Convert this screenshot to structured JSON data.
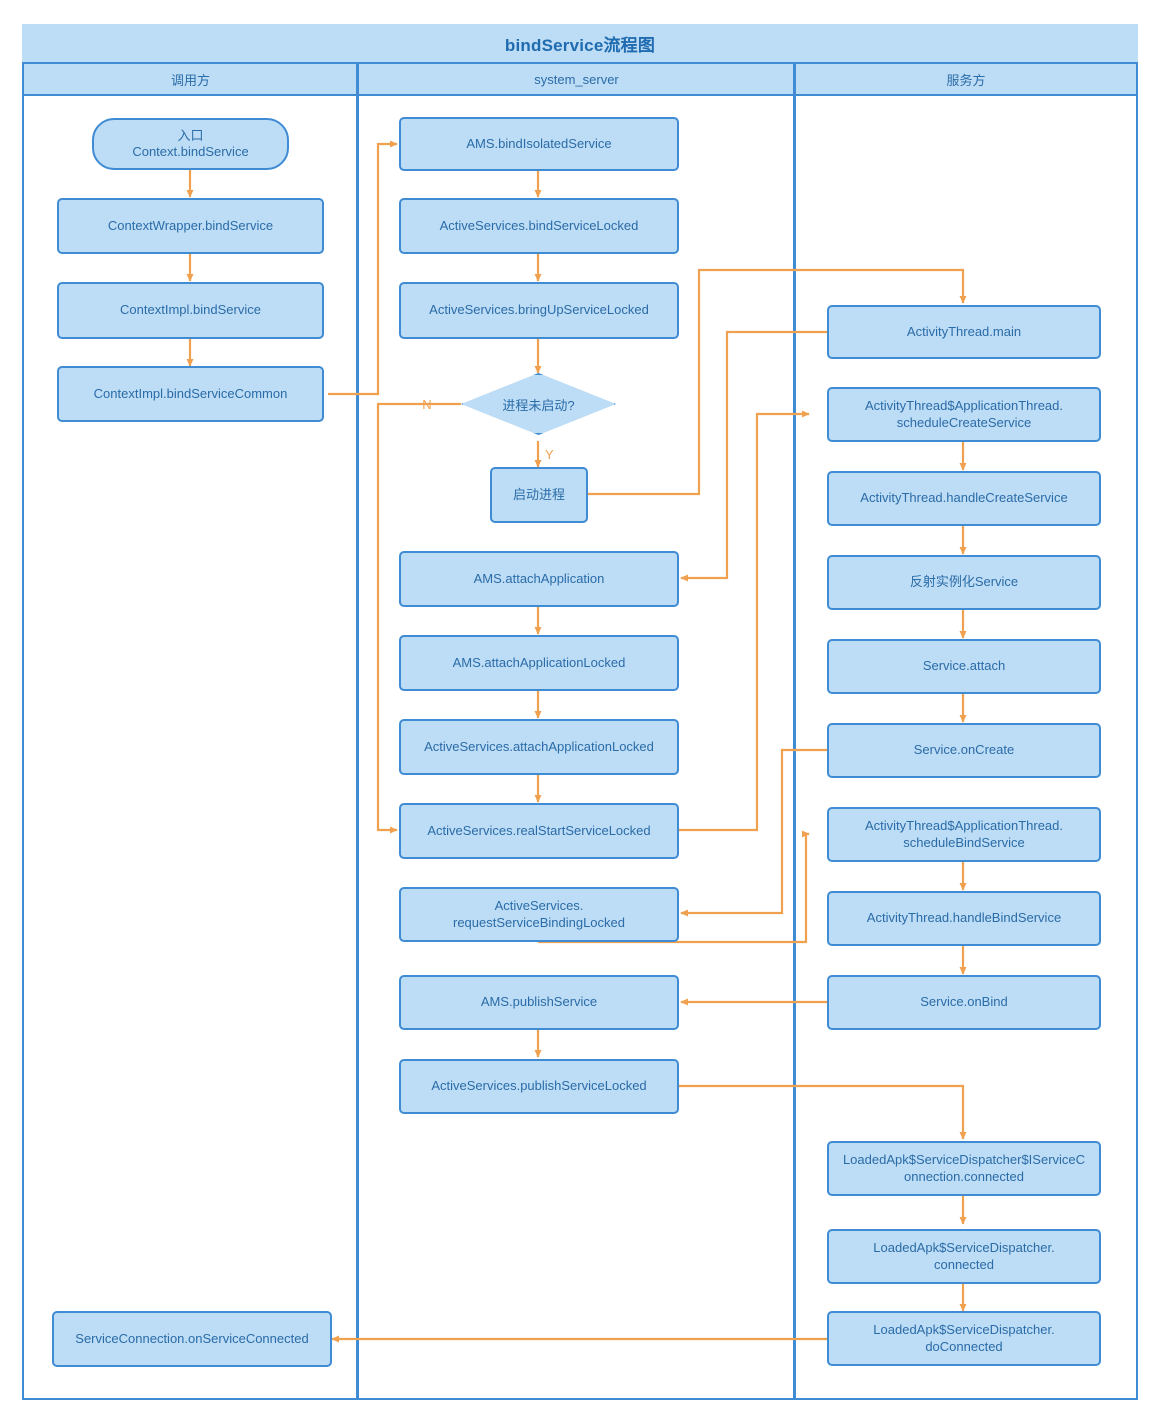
{
  "diagram": {
    "title": "bindService流程图",
    "accent_box_fill": "#bddcf5",
    "accent_box_border": "#3f8bd4",
    "accent_text": "#2a6ca8",
    "connector_color": "#f0a150",
    "lanes": [
      {
        "id": "caller",
        "label": "调用方"
      },
      {
        "id": "system_server",
        "label": "system_server"
      },
      {
        "id": "service",
        "label": "服务方"
      }
    ],
    "nodes": {
      "entry": "入口\nContext.bindService",
      "ctxwrapper_bind": "ContextWrapper.bindService",
      "ctximpl_bind": "ContextImpl.bindService",
      "ctximpl_bind_common": "ContextImpl.bindServiceCommon",
      "ams_bind_isolated": "AMS.bindIsolatedService",
      "as_bind_locked": "ActiveServices.bindServiceLocked",
      "as_bringup_locked": "ActiveServices.bringUpServiceLocked",
      "decision_proc": "进程未启动?",
      "start_proc": "启动进程",
      "ams_attach_app": "AMS.attachApplication",
      "ams_attach_app_locked": "AMS.attachApplicationLocked",
      "as_attach_app_locked": "ActiveServices.attachApplicationLocked",
      "as_real_start": "ActiveServices.realStartServiceLocked",
      "as_request_binding": "ActiveServices.\nrequestServiceBindingLocked",
      "ams_publish": "AMS.publishService",
      "as_publish_locked": "ActiveServices.publishServiceLocked",
      "at_main": "ActivityThread.main",
      "at_schedule_create": "ActivityThread$ApplicationThread.\nscheduleCreateService",
      "at_handle_create": "ActivityThread.handleCreateService",
      "reflect_instantiate": "反射实例化Service",
      "service_attach": "Service.attach",
      "service_oncreate": "Service.onCreate",
      "at_schedule_bind": "ActivityThread$ApplicationThread.\nscheduleBindService",
      "at_handle_bind": "ActivityThread.handleBindService",
      "service_onbind": "Service.onBind",
      "lapk_iserviceconn_connected": "LoadedApk$ServiceDispatcher$IServiceC\nonnection.connected",
      "lapk_dispatcher_connected": "LoadedApk$ServiceDispatcher.\nconnected",
      "lapk_dispatcher_doconnected": "LoadedApk$ServiceDispatcher.\ndoConnected",
      "svc_conn_onserviceconnected": "ServiceConnection.onServiceConnected"
    },
    "edge_labels": {
      "no": "N",
      "yes": "Y"
    }
  }
}
